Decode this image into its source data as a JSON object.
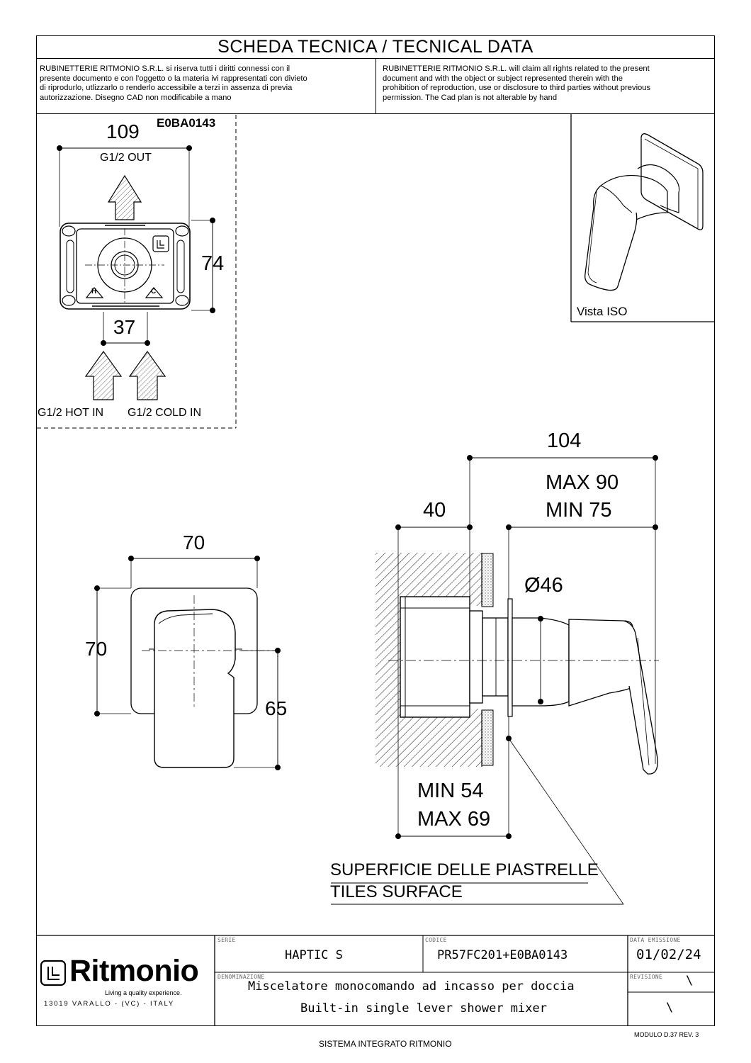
{
  "sheet_title": "SCHEDA TECNICA / TECNICAL DATA",
  "notice_it": [
    "RUBINETTERIE RITMONIO S.R.L. si riserva tutti i diritti connessi con il",
    "presente documento e con l'oggetto o la materia ivi rappresentati con divieto",
    "di riprodurlo, utlizzarlo o renderlo accessibile a terzi in assenza di previa",
    "autorizzazione. Disegno CAD non modificabile a mano"
  ],
  "notice_en": [
    "RUBINETTERIE RITMONIO S.R.L. will claim all rights related to the present",
    "document and with the object or subject represented therein with the",
    "prohibition  of reproduction, use or disclosure to third parties without previous",
    "permission.  The Cad plan is not alterable by hand"
  ],
  "box_view": {
    "code": "E0BA0143",
    "width": "109",
    "height": "74",
    "spacing": "37",
    "out_label": "G1/2 OUT",
    "hot_label": "G1/2 HOT IN",
    "cold_label": "G1/2 COLD IN",
    "hot_mark": "H",
    "cold_mark": "C"
  },
  "iso_view": {
    "label": "Vista ISO"
  },
  "front_view": {
    "width": "70",
    "height": "70",
    "lever_height": "65"
  },
  "side_view": {
    "total": "104",
    "max": "MAX 90",
    "min": "MIN 75",
    "depth": "40",
    "diameter": "Ø46",
    "recess_min": "MIN 54",
    "recess_max": "MAX 69",
    "surface_it": "SUPERFICIE DELLE PIASTRELLE",
    "surface_en": "TILES SURFACE"
  },
  "title_block": {
    "serie_label": "SERIE",
    "serie": "HAPTIC  S",
    "codice_label": "CODICE",
    "codice": "PR57FC201+E0BA0143",
    "data_label": "DATA  EMISSIONE",
    "data": "01/02/24",
    "denominazione_label": "DENOMINAZIONE",
    "desc_it": "Miscelatore  monocomando  ad  incasso  per  doccia",
    "desc_en": "Built-in  single  lever  shower  mixer",
    "revisione_label": "REVISIONE",
    "rev_mark": "\\",
    "rev_mark2": "\\"
  },
  "brand": {
    "name": "Ritmonio",
    "tagline": "Living a quality experience.",
    "address": "13019 VARALLO - (VC) - ITALY"
  },
  "footer": {
    "module": "MODULO D.37 REV. 3",
    "system": "SISTEMA INTEGRATO RITMONIO"
  }
}
